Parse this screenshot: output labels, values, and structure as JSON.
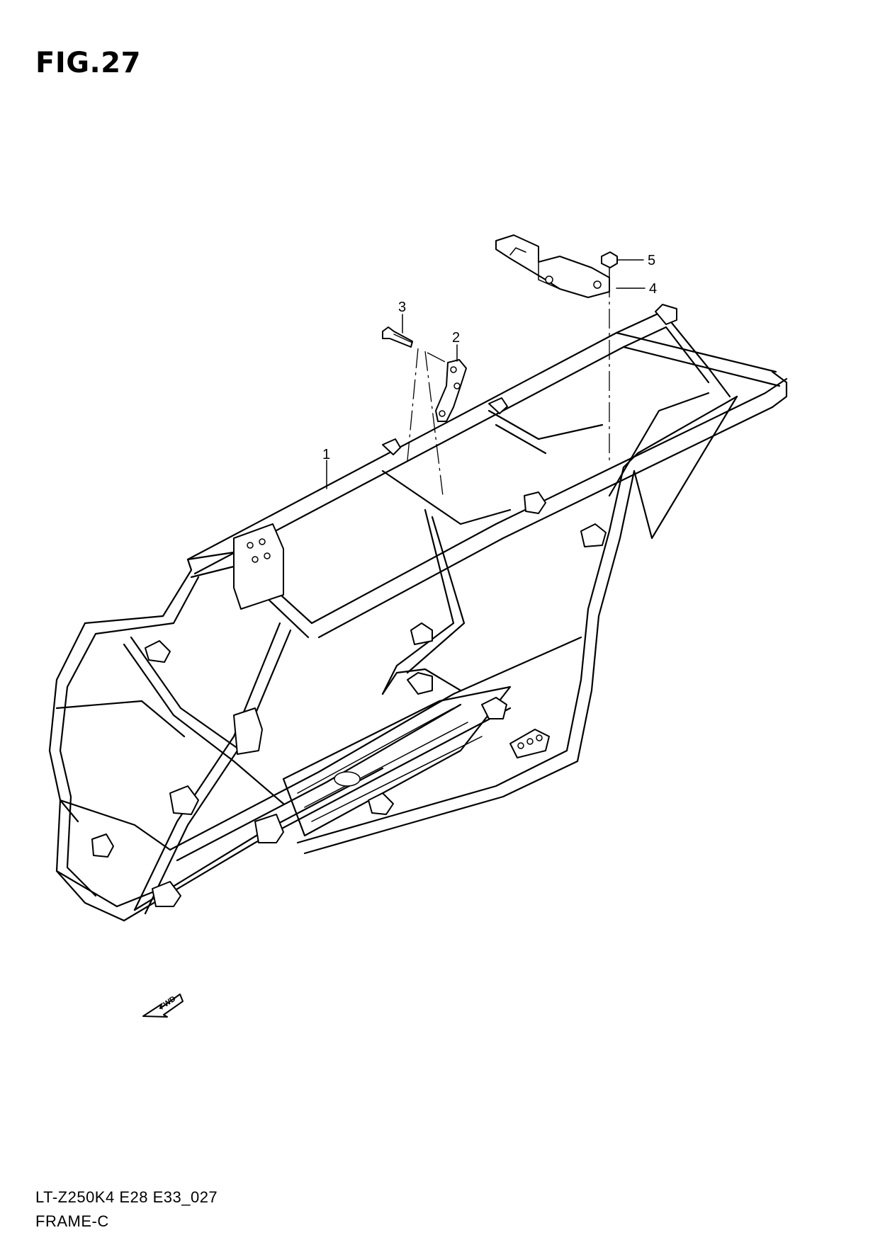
{
  "figure": {
    "title": "FIG.27"
  },
  "footer": {
    "code": "LT-Z250K4 E28 E33_027",
    "name": "FRAME-C"
  },
  "callouts": [
    {
      "label": "1"
    },
    {
      "label": "2"
    },
    {
      "label": "3"
    },
    {
      "label": "4"
    },
    {
      "label": "5"
    }
  ],
  "fwd": {
    "label": "FWD"
  }
}
